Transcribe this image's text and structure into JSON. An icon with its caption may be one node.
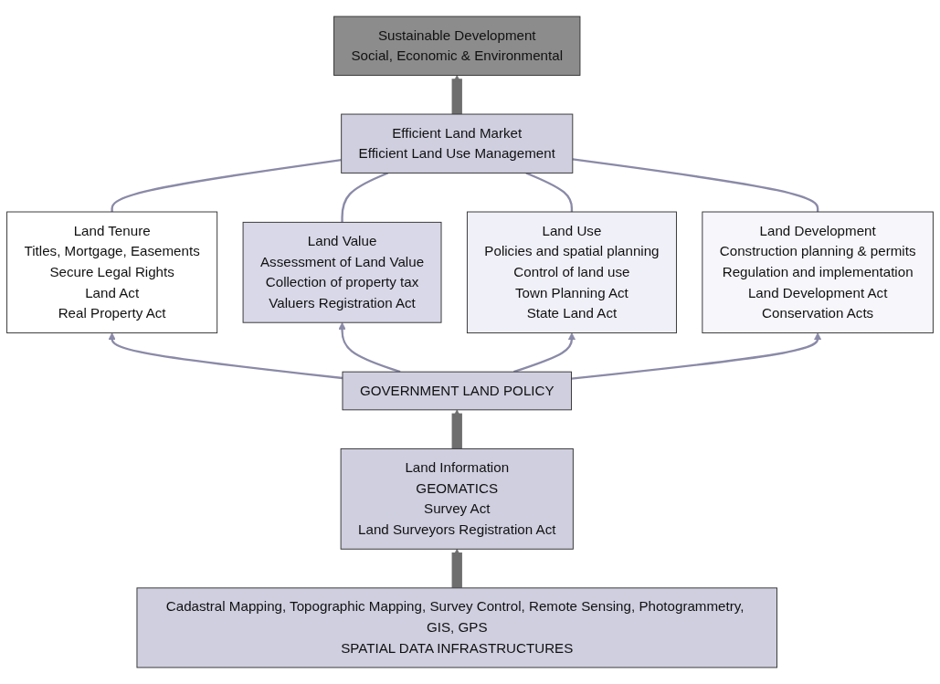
{
  "diagram": {
    "nodes": [
      {
        "text": [
          "Sustainable Development",
          "Social, Economic & Environmental"
        ]
      },
      {
        "text": [
          "Efficient Land Market",
          "Efficient Land Use Management"
        ]
      },
      {
        "text": [
          "Land Tenure",
          "Titles, Mortgage, Easements",
          "Secure Legal Rights",
          "Land Act",
          "Real Property Act"
        ]
      },
      {
        "text": [
          "Land Value",
          "Assessment of Land Value",
          "Collection of property tax",
          "Valuers Registration Act"
        ]
      },
      {
        "text": [
          "Land Use",
          "Policies and spatial planning",
          "Control of land use",
          "Town Planning Act",
          "State Land Act"
        ]
      },
      {
        "text": [
          "Land Development",
          "Construction planning & permits",
          "Regulation and implementation",
          "Land Development Act",
          "Conservation Acts"
        ]
      },
      {
        "text": [
          "GOVERNMENT LAND POLICY"
        ]
      },
      {
        "text": [
          "Land Information",
          "GEOMATICS",
          "Survey Act",
          "Land Surveyors Registration Act"
        ]
      },
      {
        "text": [
          "Cadastral Mapping, Topographic Mapping, Survey Control, Remote Sensing, Photogrammetry, GIS, GPS",
          "SPATIAL DATA INFRASTRUCTURES"
        ]
      }
    ],
    "edges": [
      {
        "from": 1,
        "to": 0,
        "arrow": "to",
        "style": "thick",
        "color": "#6e6e6e"
      },
      {
        "from": 2,
        "to": 1,
        "arrow": "none"
      },
      {
        "from": 3,
        "to": 1,
        "arrow": "none"
      },
      {
        "from": 4,
        "to": 1,
        "arrow": "none"
      },
      {
        "from": 5,
        "to": 1,
        "arrow": "none"
      },
      {
        "from": 6,
        "to": 2,
        "arrow": "to"
      },
      {
        "from": 6,
        "to": 3,
        "arrow": "to"
      },
      {
        "from": 6,
        "to": 4,
        "arrow": "to"
      },
      {
        "from": 6,
        "to": 5,
        "arrow": "to"
      },
      {
        "from": 7,
        "to": 6,
        "arrow": "to",
        "style": "thick",
        "color": "#6e6e6e"
      },
      {
        "from": 8,
        "to": 7,
        "arrow": "to",
        "style": "thick",
        "color": "#6e6e6e"
      }
    ]
  }
}
